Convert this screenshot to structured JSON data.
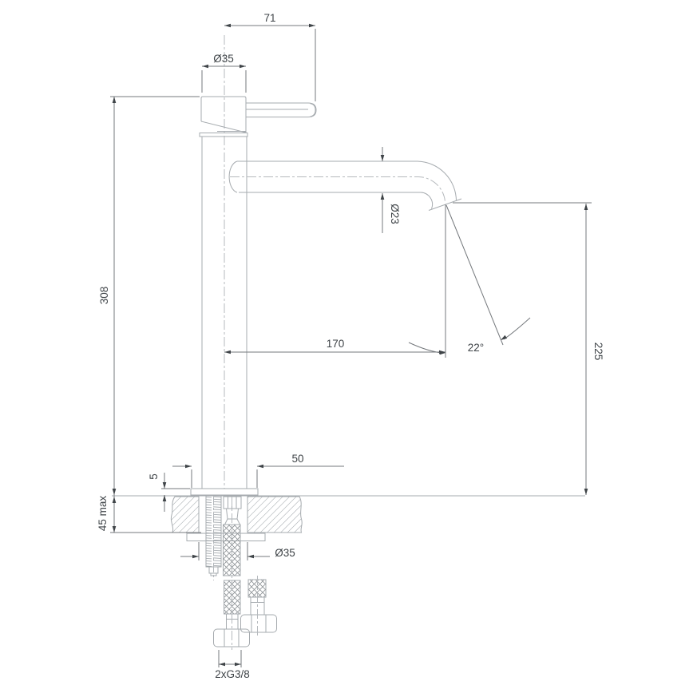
{
  "drawing": {
    "title": "Tall single-lever basin mixer faucet — dimensional technical drawing, side view with deck mounting cross-section",
    "colors": {
      "background": "#ffffff",
      "geometry_line": "#a6abaf",
      "center_line": "#b5b9bd",
      "dimension_line": "#75797d",
      "text_and_arrows": "#3f4448",
      "hatch": "#9aa0a5"
    },
    "labels": {
      "handle_length": "71",
      "body_diameter": "Ø35",
      "spout_diameter": "Ø23",
      "total_height": "308",
      "spout_reach": "170",
      "stream_angle": "22°",
      "outlet_height": "225",
      "base_width": "50",
      "base_plate_thickness": "5",
      "deck_thickness_max": "45 max",
      "mounting_hole_diameter": "Ø35",
      "hose_connections": "2xG3/8"
    }
  }
}
